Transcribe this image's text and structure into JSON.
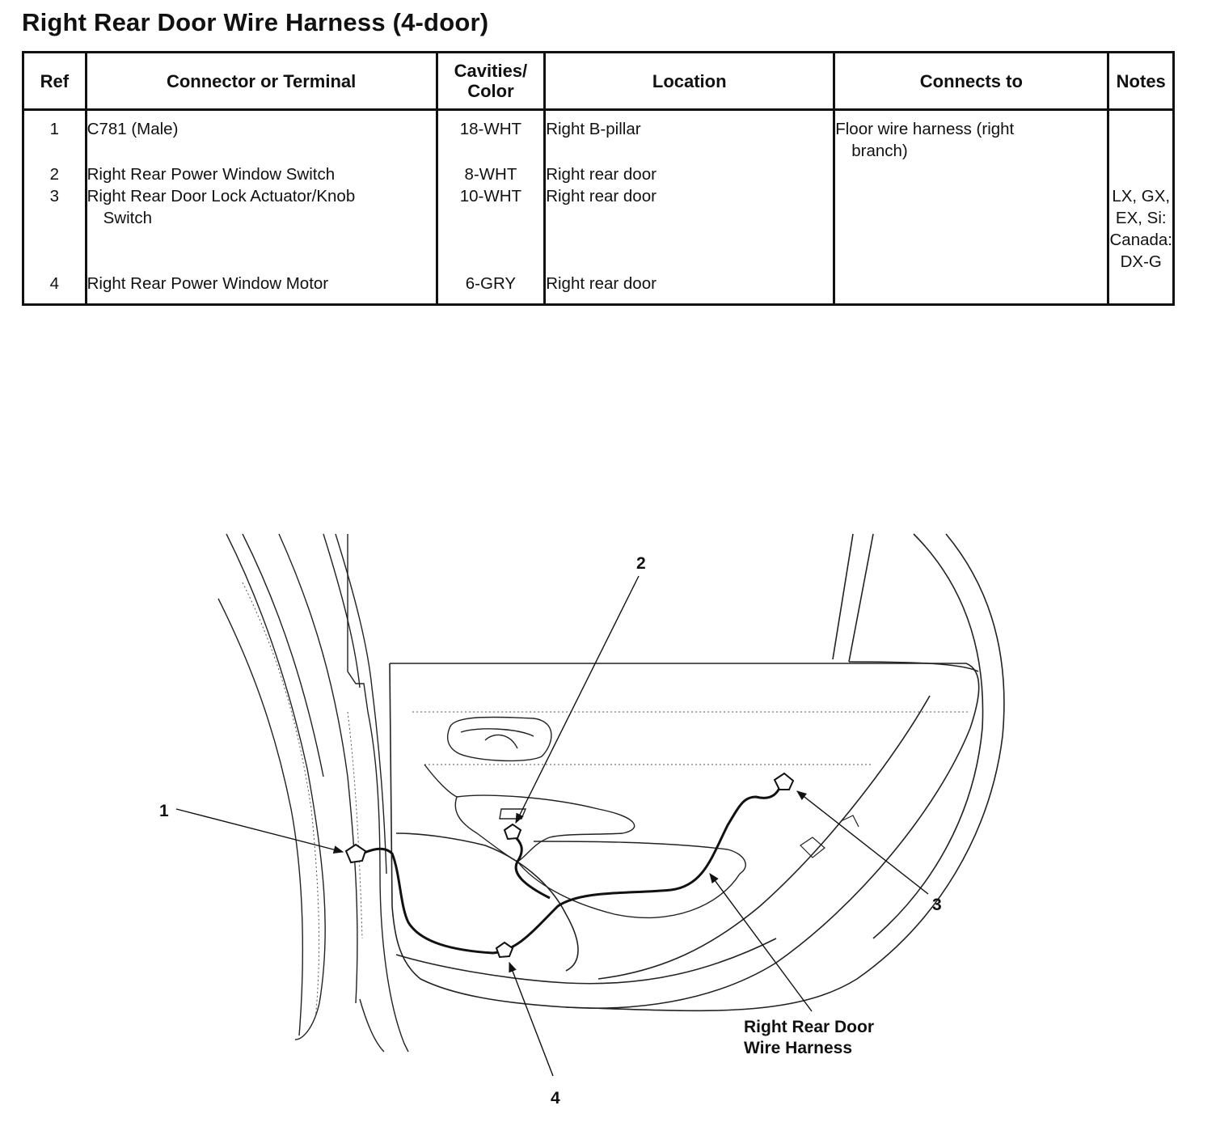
{
  "title": "Right Rear Door Wire Harness (4-door)",
  "table": {
    "headers": {
      "ref": "Ref",
      "connector": "Connector or Terminal",
      "cavities_line1": "Cavities/",
      "cavities_line2": "Color",
      "location": "Location",
      "connects_to": "Connects to",
      "notes": "Notes"
    },
    "rows": [
      {
        "ref": "1",
        "connector": "C781 (Male)",
        "cavities": "18-WHT",
        "location": "Right B-pillar",
        "connects_to_line1": "Floor wire harness (right",
        "connects_to_line2": "branch)"
      },
      {
        "ref": "2",
        "connector": "Right Rear Power Window Switch",
        "cavities": "8-WHT",
        "location": "Right rear door"
      },
      {
        "ref": "3",
        "connector_line1": "Right Rear Door Lock Actuator/Knob",
        "connector_line2": "Switch",
        "cavities": "10-WHT",
        "location": "Right rear door",
        "notes_lines": [
          "LX, GX,",
          "EX, Si:",
          "Canada:",
          "DX-G"
        ]
      },
      {
        "ref": "4",
        "connector": "Right Rear Power Window Motor",
        "cavities": "6-GRY",
        "location": "Right rear door"
      }
    ]
  },
  "diagram": {
    "callouts": [
      "1",
      "2",
      "3",
      "4"
    ],
    "harness_label_line1": "Right Rear Door",
    "harness_label_line2": "Wire Harness"
  }
}
